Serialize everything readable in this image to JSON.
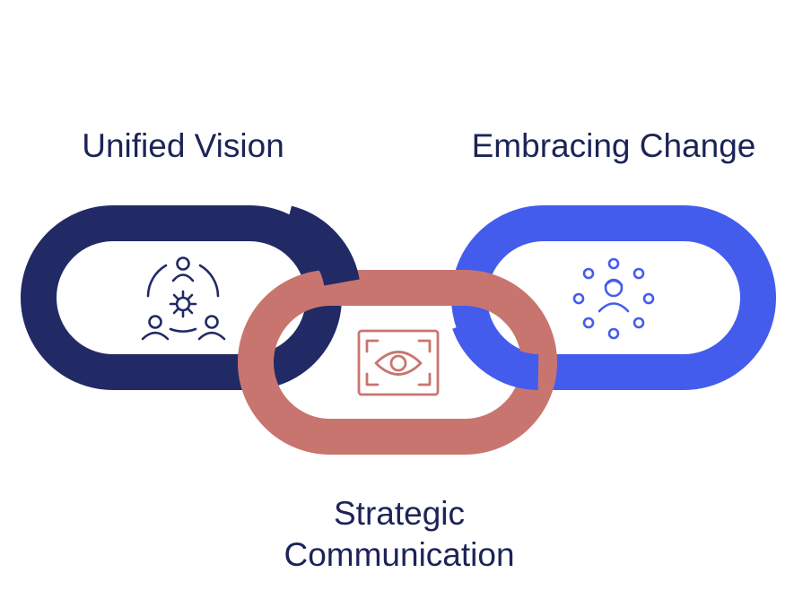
{
  "colors": {
    "text": "#1c2457",
    "link_left": "#212a65",
    "link_middle": "#c87570",
    "link_right": "#445cec",
    "background": "#ffffff"
  },
  "links": [
    {
      "label": "Unified Vision",
      "icon": "team-collaboration-icon",
      "color": "#212a65"
    },
    {
      "label_line1": "Strategic",
      "label_line2": "Communication",
      "icon": "eye-focus-icon",
      "color": "#c87570"
    },
    {
      "label": "Embracing Change",
      "icon": "person-network-icon",
      "color": "#445cec"
    }
  ]
}
